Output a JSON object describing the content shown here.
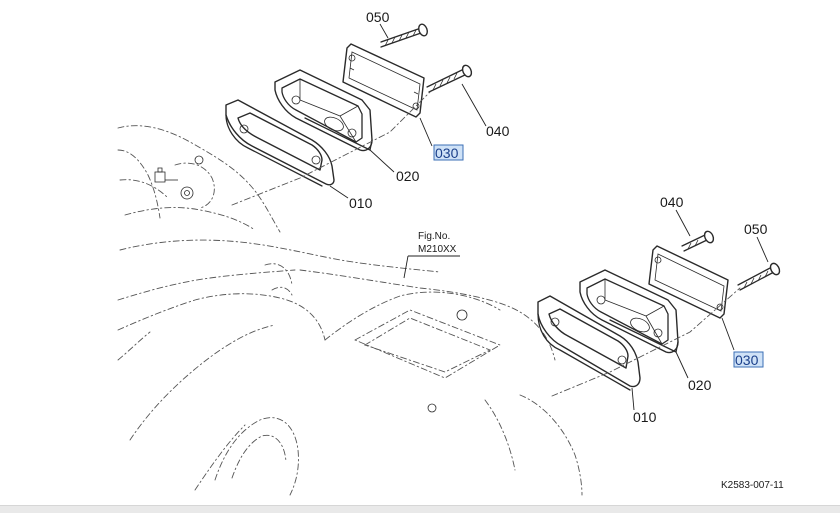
{
  "callouts": {
    "left_050": "050",
    "left_040": "040",
    "left_030": "030",
    "left_020": "020",
    "left_010": "010",
    "right_040": "040",
    "right_050": "050",
    "right_030": "030",
    "right_020": "020",
    "right_010": "010"
  },
  "fig_reference": {
    "label": "Fig.No.",
    "number": "M210XX"
  },
  "drawing_code": "K2583-007-11",
  "colors": {
    "highlight_fill": "#cfe2f7",
    "highlight_stroke": "#3b6fb6",
    "line": "#2a2a2a"
  }
}
